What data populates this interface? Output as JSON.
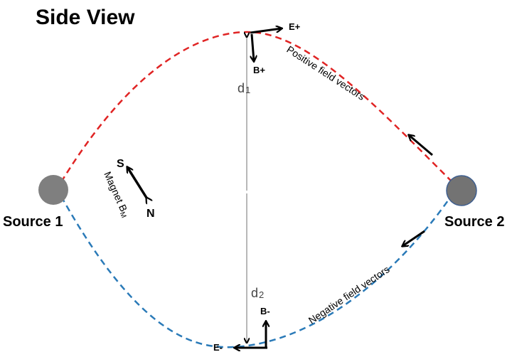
{
  "title": "Side View",
  "sources": {
    "left": "Source 1",
    "right": "Source 2"
  },
  "labels": {
    "e_plus": "E+",
    "b_plus": "B+",
    "e_minus": "E-",
    "b_minus": "B-",
    "d1_main": "d",
    "d1_sub": "1",
    "d2_main": "d",
    "d2_sub": "2",
    "positive": "Positive field vectors",
    "negative": "Negative field vectors",
    "south": "S",
    "north": "N",
    "magnet_main": "Magnet B",
    "magnet_sub": "M"
  },
  "colors": {
    "positive_curve": "#e02424",
    "negative_curve": "#2a7ab8",
    "source1_fill": "#7f7f7f",
    "source2_fill": "#737373",
    "source2_stroke": "#3f5f8f",
    "distance_line": "#a0a0a0",
    "vector": "#000000"
  }
}
